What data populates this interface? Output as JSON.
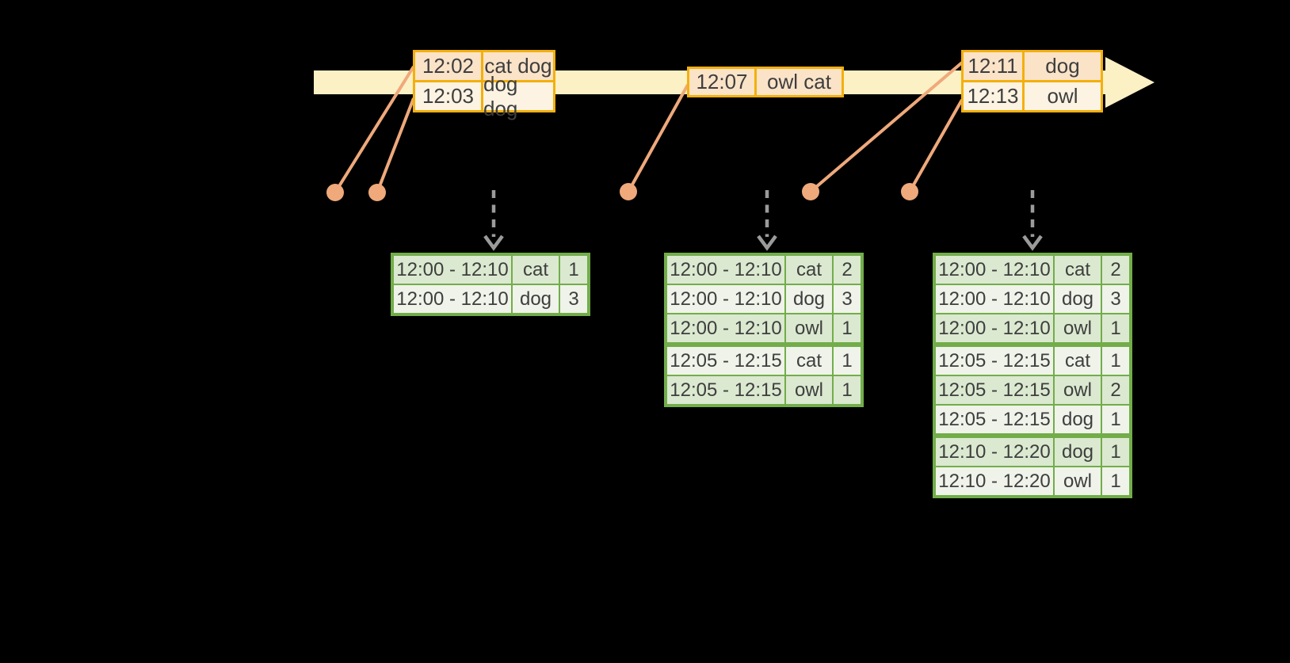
{
  "colors": {
    "background": "#000000",
    "timeline_fill": "#fcf0c5",
    "event_border": "#f3b00c",
    "event_row_dark": "#fbe3c8",
    "event_row_light": "#fdf3e2",
    "connector": "#efa97b",
    "dashed_arrow": "#9b9b9b",
    "result_border": "#72ad4a",
    "result_row_dark": "#dbe9d0",
    "result_row_light": "#eff3ea",
    "text": "#3e3e3e"
  },
  "timeline": {
    "events": [
      {
        "rows": [
          {
            "time": "12:02",
            "words": "cat dog"
          },
          {
            "time": "12:03",
            "words": "dog dog"
          }
        ]
      },
      {
        "rows": [
          {
            "time": "12:07",
            "words": "owl cat"
          }
        ]
      },
      {
        "rows": [
          {
            "time": "12:11",
            "words": "dog"
          },
          {
            "time": "12:13",
            "words": "owl"
          }
        ]
      }
    ]
  },
  "result_tables": [
    {
      "groups": [
        [
          {
            "window": "12:00 - 12:10",
            "word": "cat",
            "count": "1"
          },
          {
            "window": "12:00 - 12:10",
            "word": "dog",
            "count": "3"
          }
        ]
      ]
    },
    {
      "groups": [
        [
          {
            "window": "12:00 - 12:10",
            "word": "cat",
            "count": "2"
          },
          {
            "window": "12:00 - 12:10",
            "word": "dog",
            "count": "3"
          },
          {
            "window": "12:00 - 12:10",
            "word": "owl",
            "count": "1"
          }
        ],
        [
          {
            "window": "12:05 - 12:15",
            "word": "cat",
            "count": "1"
          },
          {
            "window": "12:05 - 12:15",
            "word": "owl",
            "count": "1"
          }
        ]
      ]
    },
    {
      "groups": [
        [
          {
            "window": "12:00 - 12:10",
            "word": "cat",
            "count": "2"
          },
          {
            "window": "12:00 - 12:10",
            "word": "dog",
            "count": "3"
          },
          {
            "window": "12:00 - 12:10",
            "word": "owl",
            "count": "1"
          }
        ],
        [
          {
            "window": "12:05 - 12:15",
            "word": "cat",
            "count": "1"
          },
          {
            "window": "12:05 - 12:15",
            "word": "owl",
            "count": "2"
          },
          {
            "window": "12:05 - 12:15",
            "word": "dog",
            "count": "1"
          }
        ],
        [
          {
            "window": "12:10 - 12:20",
            "word": "dog",
            "count": "1"
          },
          {
            "window": "12:10 - 12:20",
            "word": "owl",
            "count": "1"
          }
        ]
      ]
    }
  ]
}
